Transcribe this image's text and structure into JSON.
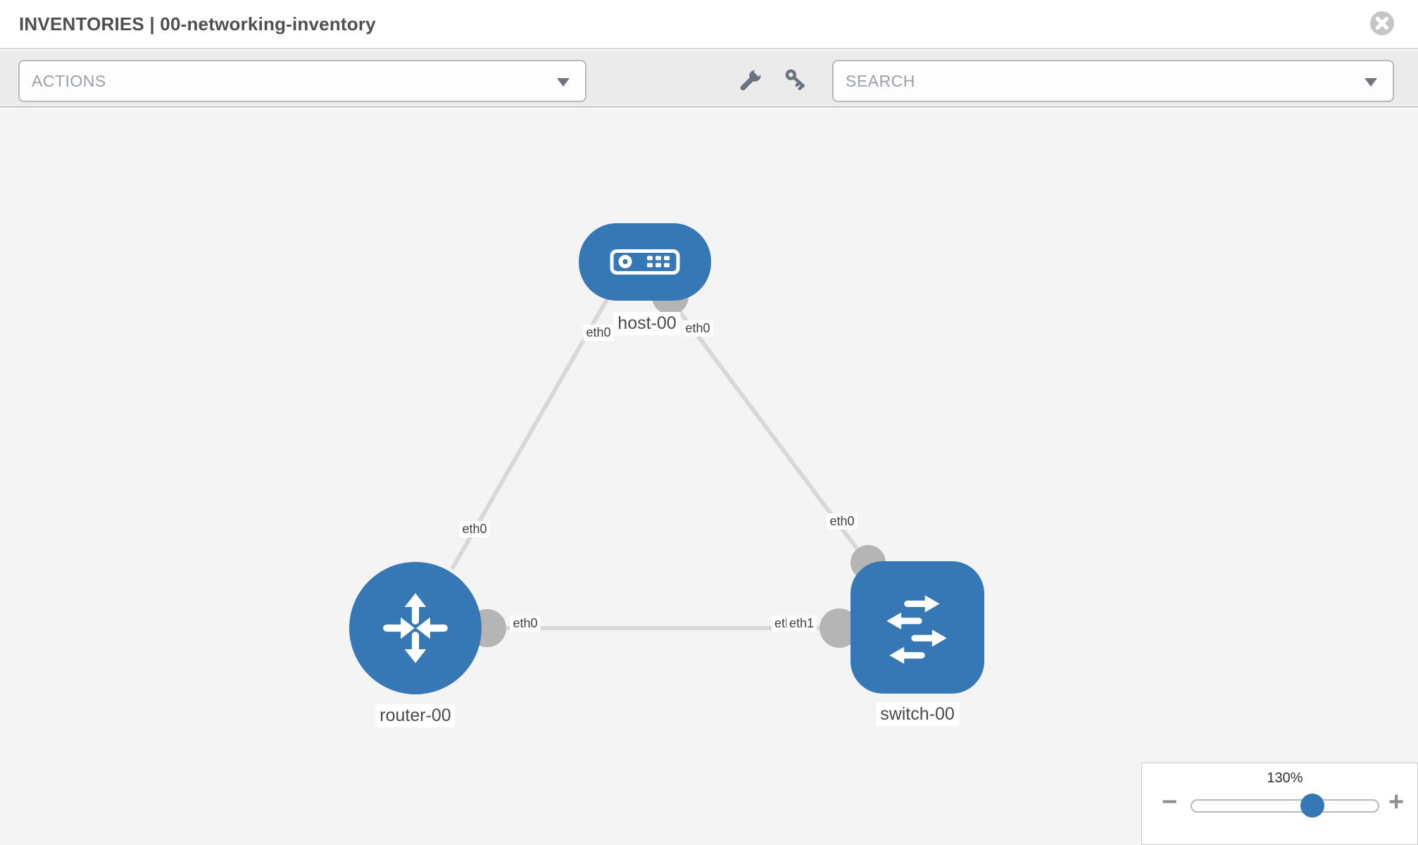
{
  "header": {
    "title": "INVENTORIES | 00-networking-inventory"
  },
  "toolbar": {
    "actions_label": "ACTIONS",
    "search_label": "SEARCH"
  },
  "topology": {
    "nodes": [
      {
        "id": "host-00",
        "label": "host-00",
        "type": "host"
      },
      {
        "id": "router-00",
        "label": "router-00",
        "type": "router"
      },
      {
        "id": "switch-00",
        "label": "switch-00",
        "type": "switch"
      }
    ],
    "links": [
      {
        "source": "host-00",
        "target": "router-00",
        "source_interface": "eth0",
        "target_interface": "eth0"
      },
      {
        "source": "host-00",
        "target": "switch-00",
        "source_interface": "eth0",
        "target_interface": "eth0"
      },
      {
        "source": "router-00",
        "target": "switch-00",
        "source_interface": "eth0",
        "target_interface": "eth1"
      }
    ]
  },
  "zoom_control": {
    "level": "130%",
    "minus_label": "−",
    "plus_label": "+"
  },
  "colors": {
    "node_blue": "#3578b5",
    "link_gray": "#d8d8d8",
    "interface_gray": "#b5b5b5",
    "canvas_bg": "#f4f4f4"
  }
}
